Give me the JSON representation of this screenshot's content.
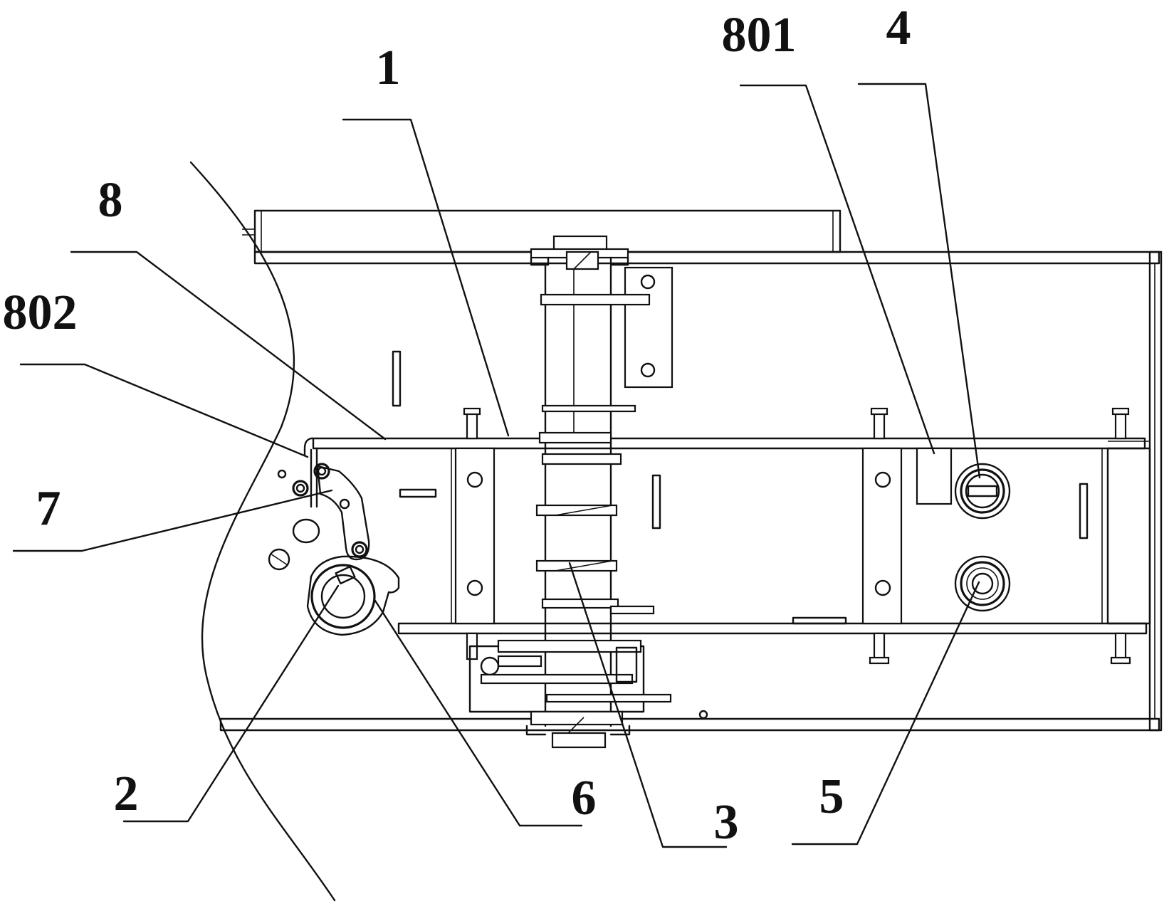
{
  "callouts": [
    {
      "id": "1"
    },
    {
      "id": "2"
    },
    {
      "id": "3"
    },
    {
      "id": "4"
    },
    {
      "id": "5"
    },
    {
      "id": "6"
    },
    {
      "id": "7"
    },
    {
      "id": "8"
    },
    {
      "id": "801"
    },
    {
      "id": "802"
    }
  ],
  "colors": {
    "line": "#111111",
    "background": "#ffffff"
  }
}
